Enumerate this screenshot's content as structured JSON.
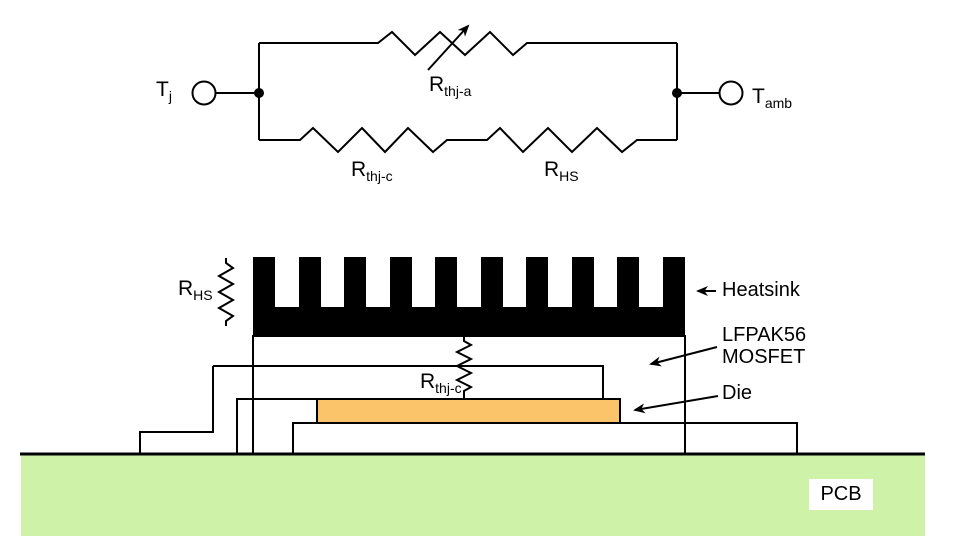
{
  "colors": {
    "line": "#000000",
    "die_fill": "#FBC46B",
    "pcb_fill": "#CEF3A8",
    "label_box_fill": "#FFFFFF"
  },
  "circuit": {
    "node_left": {
      "main": "T",
      "sub": "j"
    },
    "node_right": {
      "main": "T",
      "sub": "amb"
    },
    "resistor_junction_ambient": {
      "main": "R",
      "sub": "thj-a"
    },
    "resistor_junction_case": {
      "main": "R",
      "sub": "thj-c"
    },
    "resistor_heatsink": {
      "main": "R",
      "sub": "HS"
    }
  },
  "cross_section": {
    "resistor_heatsink": {
      "main": "R",
      "sub": "HS"
    },
    "resistor_junction_case": {
      "main": "R",
      "sub": "thj-c"
    },
    "callouts": {
      "heatsink": "Heatsink",
      "package_line1": "LFPAK56",
      "package_line2": "MOSFET",
      "die": "Die",
      "pcb": "PCB"
    }
  }
}
